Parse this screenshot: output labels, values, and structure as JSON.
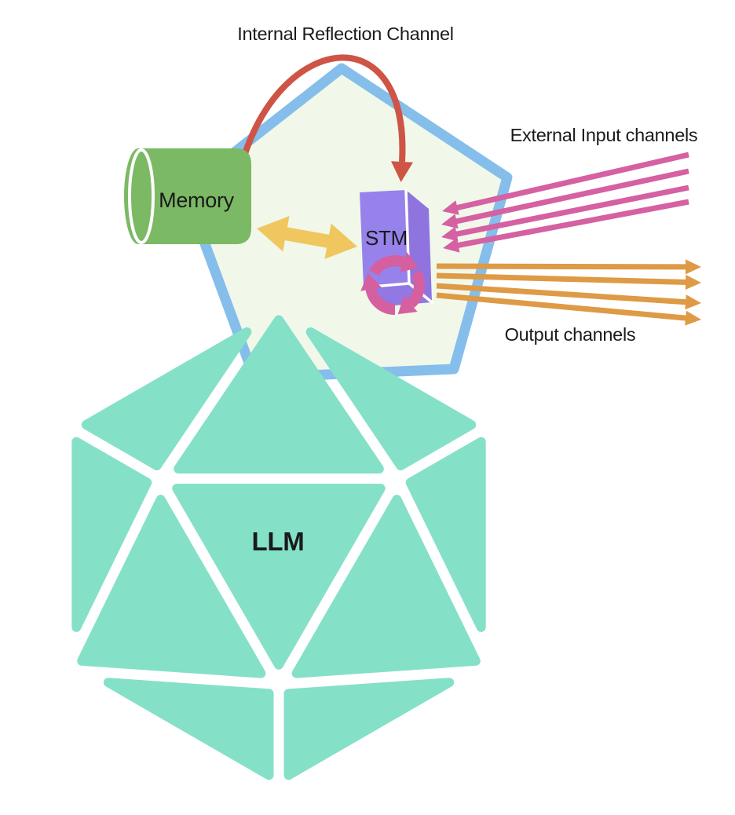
{
  "diagram": {
    "labels": {
      "internal_reflection_channel": "Internal Reflection Channel",
      "external_input_channels": "External Input channels",
      "output_channels": "Output channels",
      "memory": "Memory",
      "stm": "STM",
      "llm": "LLM"
    },
    "channels": {
      "external_input_count": 4,
      "output_count": 4
    },
    "colors": {
      "background": "#ffffff",
      "pentagon_fill": "#f1f8ea",
      "pentagon_border": "#85beeb",
      "icosahedron_teal": "#85e0c8",
      "memory_green": "#7bb964",
      "memory_arrow_yellow": "#efc75e",
      "reflection_red": "#ce5446",
      "input_pink": "#d560a2",
      "output_orange": "#de9a45",
      "stm_front_purple": "#9682ea",
      "stm_side_purple": "#8f74e0",
      "stm_bottom_purple": "#9278e3",
      "loop_pink": "#d55f9f",
      "edge_white": "#ffffff",
      "text": "#1a1a1a"
    }
  }
}
